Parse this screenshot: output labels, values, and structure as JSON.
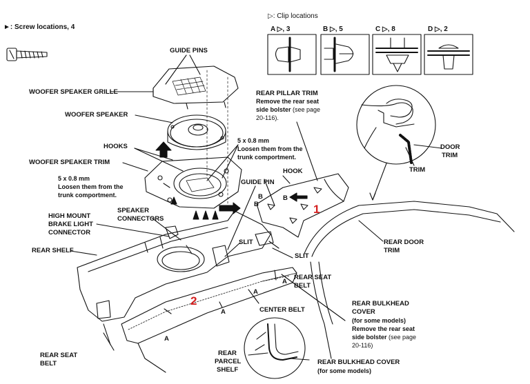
{
  "legend": {
    "screw_locations": "►: Screw locations, 4",
    "clip_locations": "▷: Clip locations",
    "clip_a": "A ▷, 3",
    "clip_b": "B ▷, 5",
    "clip_c": "C ▷, 8",
    "clip_d": "D ▷, 2"
  },
  "labels": {
    "guide_pins": "GUIDE PINS",
    "woofer_grille": "WOOFER SPEAKER GRILLE",
    "woofer_speaker": "WOOFER SPEAKER",
    "hooks": "HOOKS",
    "woofer_trim": "WOOFER SPEAKER TRIM",
    "bolt_left_1": "5 x 0.8 mm",
    "bolt_left_2": "Loosen them from the",
    "bolt_left_3": "trunk comportment.",
    "bolt_right_1": "5 x 0.8 mm",
    "bolt_right_2": "Loosen them from the",
    "bolt_right_3": "trunk comportment.",
    "high_mount_1": "HIGH MOUNT",
    "high_mount_2": "BRAKE LIGHT",
    "high_mount_3": "CONNECTOR",
    "speaker_conn_1": "SPEAKER",
    "speaker_conn_2": "CONNECTORS",
    "guide_pin": "GUIDE PIN",
    "hook": "HOOK",
    "rear_shelf": "REAR SHELF",
    "slit_1": "SLIT",
    "slit_2": "SLIT",
    "rear_pillar_1": "REAR PILLAR TRIM",
    "rear_pillar_2": "Remove the rear seat",
    "rear_pillar_3_b": "side bolster",
    "rear_pillar_3_n": " (see page",
    "rear_pillar_4": "20-116).",
    "door_trim_1": "DOOR",
    "door_trim_2": "TRIM",
    "trim": "TRIM",
    "rear_door_trim_1": "REAR DOOR",
    "rear_door_trim_2": "TRIM",
    "rear_seat_belt_r1": "REAR SEAT",
    "rear_seat_belt_r2": "BELT",
    "center_belt": "CENTER BELT",
    "bulkhead_1": "REAR BULKHEAD",
    "bulkhead_2": "COVER",
    "bulkhead_3": "(for some models)",
    "bulkhead_4": "Remove the rear seat",
    "bulkhead_5_b": "side bolster",
    "bulkhead_5_n": " (see page",
    "bulkhead_6": "20-116)",
    "rear_seat_belt_l1": "REAR SEAT",
    "rear_seat_belt_l2": "BELT",
    "parcel_1": "REAR",
    "parcel_2": "PARCEL",
    "parcel_3": "SHELF",
    "bulkhead_cover_1": "REAR BULKHEAD COVER",
    "bulkhead_cover_2": "(for some models)",
    "clip_a1": "A",
    "clip_a2": "A",
    "clip_a3": "A",
    "clip_a4": "A",
    "clip_b1": "B",
    "clip_b2": "B",
    "clip_b3": "B",
    "step_1": "1",
    "step_2": "2"
  }
}
